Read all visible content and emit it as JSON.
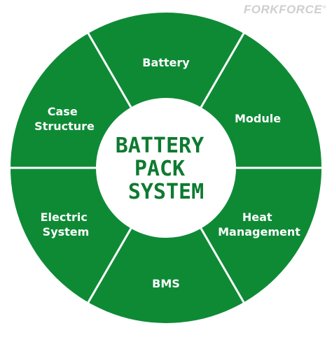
{
  "brand": {
    "logo_text": "FORKFORCE",
    "registered_mark": "®"
  },
  "diagram": {
    "center_label_lines": [
      "BATTERY",
      "PACK",
      "SYSTEM"
    ],
    "segments": [
      {
        "key": "battery",
        "lines": [
          "Battery"
        ]
      },
      {
        "key": "module",
        "lines": [
          "Module"
        ]
      },
      {
        "key": "heat-management",
        "lines": [
          "Heat",
          "Management"
        ]
      },
      {
        "key": "bms",
        "lines": [
          "BMS"
        ]
      },
      {
        "key": "electric-system",
        "lines": [
          "Electric",
          "System"
        ]
      },
      {
        "key": "case-structure",
        "lines": [
          "Case",
          "Structure"
        ]
      }
    ]
  },
  "colors": {
    "ring_green": "#0e8a35",
    "divider_white": "#ffffff",
    "center_text_green": "#0e7a30",
    "logo_gray": "#cfcfcf"
  }
}
